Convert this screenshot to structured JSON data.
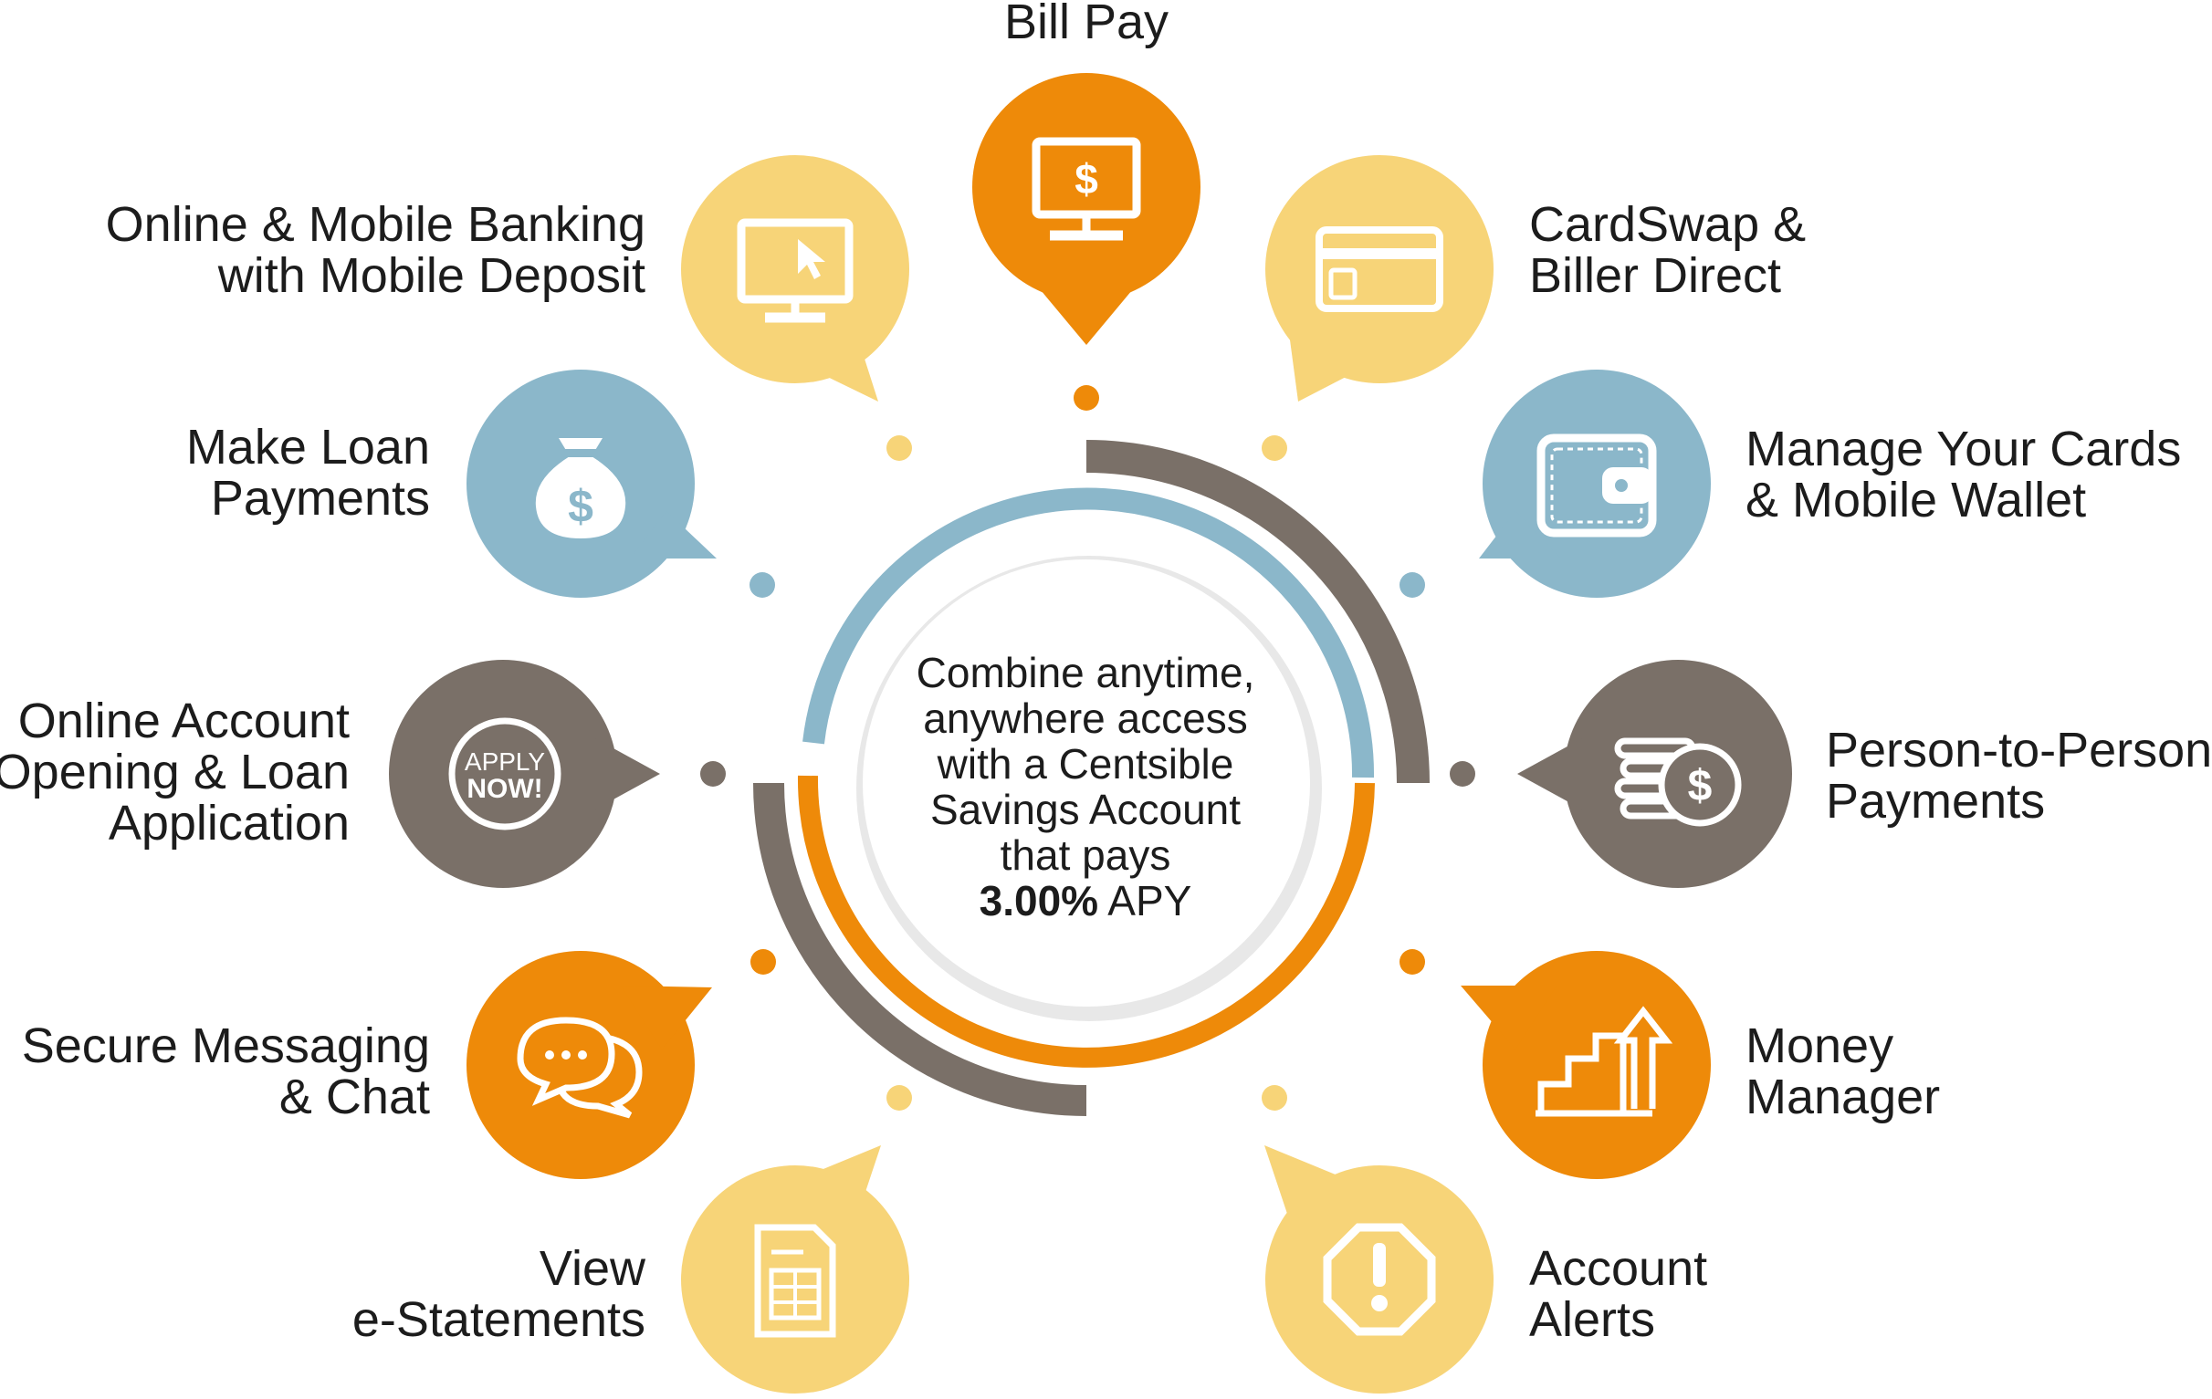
{
  "colors": {
    "orange": "#ee8a09",
    "yellow": "#f7d478",
    "blue": "#8bb7ca",
    "gray": "#7a7068",
    "white": "#ffffff"
  },
  "center": {
    "lines": [
      "Combine anytime,",
      "anywhere access",
      "with a Centsible",
      "Savings Account",
      "that pays"
    ],
    "rate": "3.00%",
    "rate_suffix": " APY"
  },
  "features": [
    {
      "id": "bill-pay",
      "lines": [
        "Bill Pay"
      ],
      "icon": "monitor-dollar-icon",
      "color": "orange"
    },
    {
      "id": "cardswap",
      "lines": [
        "CardSwap &",
        "Biller Direct"
      ],
      "icon": "credit-card-icon",
      "color": "yellow"
    },
    {
      "id": "manage-cards",
      "lines": [
        "Manage Your Cards",
        "& Mobile Wallet"
      ],
      "icon": "wallet-icon",
      "color": "blue"
    },
    {
      "id": "p2p",
      "lines": [
        "Person-to-Person",
        "Payments"
      ],
      "icon": "coins-icon",
      "color": "gray"
    },
    {
      "id": "money-manager",
      "lines": [
        "Money",
        "Manager"
      ],
      "icon": "growth-chart-icon",
      "color": "orange"
    },
    {
      "id": "account-alerts",
      "lines": [
        "Account",
        "Alerts"
      ],
      "icon": "alert-octagon-icon",
      "color": "yellow"
    },
    {
      "id": "e-statements",
      "lines": [
        "View",
        "e-Statements"
      ],
      "icon": "document-icon",
      "color": "yellow"
    },
    {
      "id": "secure-messaging",
      "lines": [
        "Secure Messaging",
        "& Chat"
      ],
      "icon": "chat-bubbles-icon",
      "color": "orange"
    },
    {
      "id": "account-opening",
      "lines": [
        "Online Account",
        "Opening & Loan",
        "Application"
      ],
      "icon": "apply-now-icon",
      "color": "gray",
      "icon_text": [
        "APPLY",
        "NOW!"
      ]
    },
    {
      "id": "make-loan",
      "lines": [
        "Make Loan",
        "Payments"
      ],
      "icon": "money-bag-icon",
      "color": "blue"
    },
    {
      "id": "online-banking",
      "lines": [
        "Online & Mobile Banking",
        "with Mobile Deposit"
      ],
      "icon": "monitor-cursor-icon",
      "color": "yellow"
    }
  ]
}
